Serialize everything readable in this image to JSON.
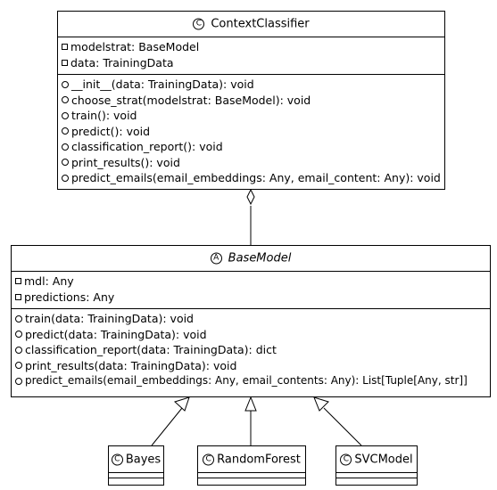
{
  "classes": {
    "context_classifier": {
      "name": "ContextClassifier",
      "stereotype": "C",
      "attributes": [
        "modelstrat: BaseModel",
        "data: TrainingData"
      ],
      "methods": [
        "__init__(data: TrainingData): void",
        "choose_strat(modelstrat: BaseModel): void",
        "train(): void",
        "predict(): void",
        "classification_report(): void",
        "print_results(): void",
        "predict_emails(email_embeddings: Any, email_content: Any): void"
      ]
    },
    "base_model": {
      "name": "BaseModel",
      "stereotype": "A",
      "attributes": [
        "mdl: Any",
        "predictions: Any"
      ],
      "methods": [
        "train(data: TrainingData): void",
        "predict(data: TrainingData): void",
        "classification_report(data: TrainingData): dict",
        "print_results(data: TrainingData): void",
        "predict_emails(email_embeddings: Any, email_contents: Any): List[Tuple[Any, str]]"
      ]
    },
    "bayes": {
      "name": "Bayes",
      "stereotype": "C"
    },
    "random_forest": {
      "name": "RandomForest",
      "stereotype": "C"
    },
    "svc_model": {
      "name": "SVCModel",
      "stereotype": "C"
    }
  }
}
